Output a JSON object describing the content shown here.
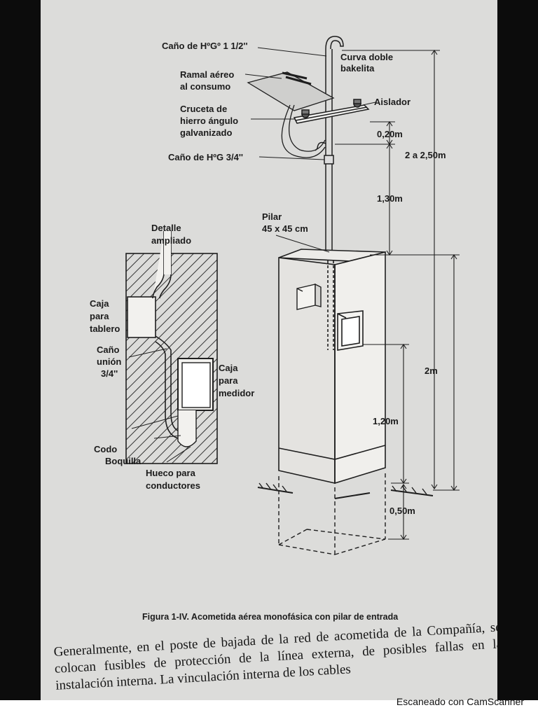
{
  "labels": {
    "cano_hg_1_1_2": "Caño de HºGº 1 1/2''",
    "curva_line1": "Curva doble",
    "curva_line2": "bakelita",
    "ramal_line1": "Ramal aéreo",
    "ramal_line2": "al consumo",
    "aislador": "Aislador",
    "cruceta_line1": "Cruceta de",
    "cruceta_line2": "hierro ángulo",
    "cruceta_line3": "galvanizado",
    "cano_hg_3_4": "Caño de HºG 3/4''",
    "pilar_line1": "Pilar",
    "pilar_line2": "45 x 45 cm",
    "detalle_line1": "Detalle",
    "detalle_line2": "ampliado",
    "caja_tablero_line1": "Caja",
    "caja_tablero_line2": "para",
    "caja_tablero_line3": "tablero",
    "cano_union_line1": "Caño",
    "cano_union_line2": "unión",
    "cano_union_line3": "3/4''",
    "caja_medidor_line1": "Caja",
    "caja_medidor_line2": "para",
    "caja_medidor_line3": "medidor",
    "codo": "Codo",
    "boquilla": "Boquilla",
    "hueco_line1": "Hueco para",
    "hueco_line2": "conductores"
  },
  "dimensions": {
    "d_020": "0,20m",
    "d_2_250": "2 a 2,50m",
    "d_130": "1,30m",
    "d_2m": "2m",
    "d_120": "1,20m",
    "d_050": "0,50m"
  },
  "caption": "Figura 1-IV. Acometida aérea monofásica con pilar de entrada",
  "body_text": "Generalmente, en el poste de bajada de la red de acometida de la Compañía, se colocan fusibles de protección de la línea externa, de posibles fallas en la instalación interna. La vinculación interna de los cables",
  "watermark": "Escaneado con CamScanner"
}
